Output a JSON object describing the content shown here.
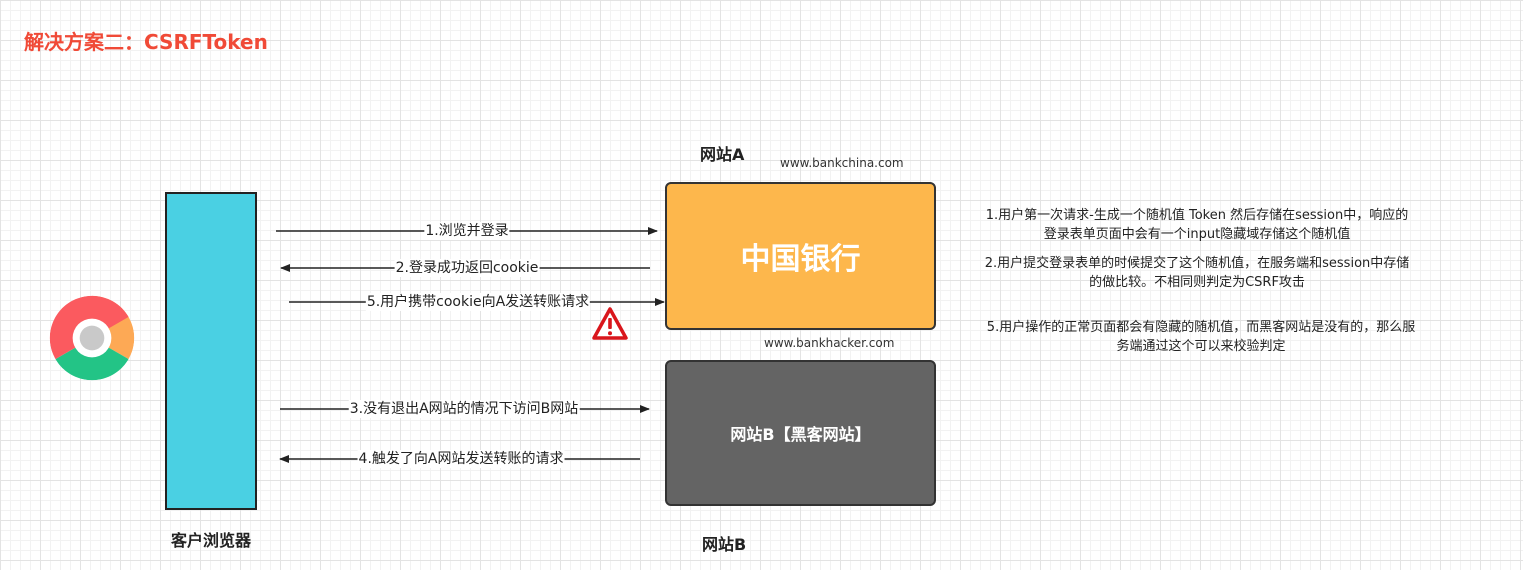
{
  "title": "解决方案二：CSRFToken",
  "browser": {
    "label": "客户浏览器",
    "bar_color": "#4ad0e3",
    "icon": "chrome-icon"
  },
  "site_a": {
    "label": "网站A",
    "url": "www.bankchina.com",
    "name": "中国银行",
    "color": "#fdb74c"
  },
  "site_b": {
    "label": "网站B",
    "url": "www.bankhacker.com",
    "name": "网站B【黑客网站】",
    "color": "#646464"
  },
  "arrows": {
    "a1": "1.浏览并登录",
    "a2": "2.登录成功返回cookie",
    "a5": "5.用户携带cookie向A发送转账请求",
    "a3": "3.没有退出A网站的情况下访问B网站",
    "a4": "4.触发了向A网站发送转账的请求"
  },
  "warning": {
    "icon": "warning-icon",
    "color": "#d9161c"
  },
  "notes": {
    "n1_line1": "1.用户第一次请求-生成一个随机值 Token 然后存储在session中，响应的",
    "n1_line2": "登录表单页面中会有一个input隐藏域存储这个随机值",
    "n2_line1": "2.用户提交登录表单的时候提交了这个随机值，在服务端和session中存储",
    "n2_line2": "的做比较。不相同则判定为CSRF攻击",
    "n3_line1": "5.用户操作的正常页面都会有隐藏的随机值，而黑客网站是没有的，那么服",
    "n3_line2": "务端通过这个可以来校验判定"
  }
}
